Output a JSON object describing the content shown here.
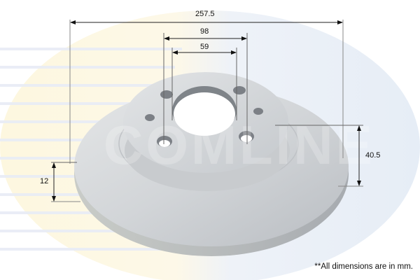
{
  "product": {
    "type": "Brake disc technical drawing",
    "watermark_text": "COMLINE"
  },
  "dimensions": {
    "outer_diameter": "257.5",
    "bolt_circle_diameter": "98",
    "center_bore_diameter": "59",
    "height": "40.5",
    "thickness": "12"
  },
  "note": "**All dimensions are in mm.",
  "colors": {
    "watermark_yellow": "#fdf8e4",
    "watermark_blue": "#eaf0f8",
    "disc_light": "#d9dcdf",
    "disc_mid": "#c4c7cb",
    "disc_dark": "#a9adb2",
    "dimension_line": "#222222",
    "extension_line": "#777777"
  }
}
